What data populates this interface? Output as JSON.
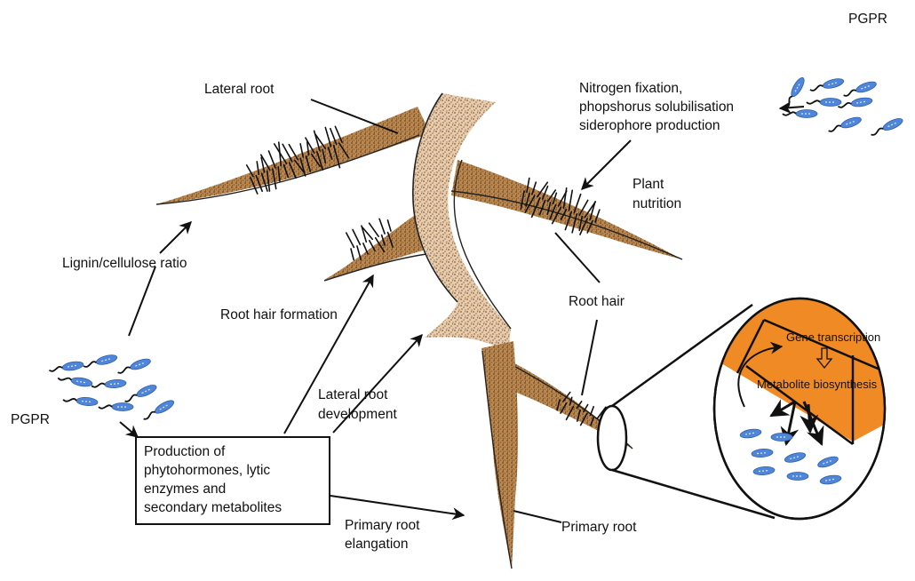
{
  "labels": {
    "pgpr_top": "PGPR",
    "pgpr_left": "PGPR",
    "lateral_root": "Lateral root",
    "nitrogen_line1": "Nitrogen fixation,",
    "nitrogen_line2": "phopshorus solubilisation",
    "nitrogen_line3": "siderophore production",
    "plant_nutrition_line1": "Plant",
    "plant_nutrition_line2": "nutrition",
    "lignin": "Lignin/cellulose ratio",
    "root_hair_formation": "Root hair formation",
    "root_hair": "Root hair",
    "lateral_dev_line1": "Lateral root",
    "lateral_dev_line2": "development",
    "primary_elong_line1": "Primary root",
    "primary_elong_line2": "elangation",
    "primary_root": "Primary root",
    "gene_transcription": "Gene transcription",
    "metabolite_biosynthesis": "Metabolite biosynthesis"
  },
  "box": {
    "line1": "Production of",
    "line2": "phytohormones, lytic",
    "line3": "enzymes and",
    "line4": "secondary metabolites"
  },
  "colors": {
    "root_fill": "#e9d3bd",
    "root_speckle": "#8a5a25",
    "hair": "#111111",
    "bacteria": "#4f86d9",
    "cell_orange": "#f08a24"
  }
}
